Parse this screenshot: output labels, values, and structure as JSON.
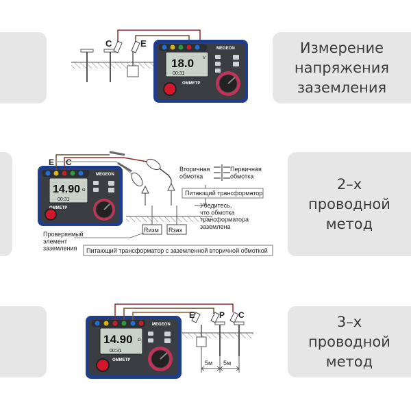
{
  "colors": {
    "panel": "#e6e6e6",
    "label_text": "#3c3c3c",
    "meter_body": "#1f3d8a",
    "meter_face": "#3a3d42",
    "lcd": "#c9d2c8",
    "wire_red": "#a0292b",
    "wire_dark": "#7a3a2a",
    "knob_red": "#d4162b"
  },
  "sections": [
    {
      "title": "Измерение\nнапряжения\nзаземления",
      "probe_labels": [
        "C",
        "E"
      ],
      "meter": {
        "brand": "MEGEON",
        "display_main": "18.0",
        "display_unit": "V",
        "display_sub": "00:31",
        "model": "ОММЕТР"
      }
    },
    {
      "title": "2–х\nпроводной\nметод",
      "probe_labels": [
        "E",
        "C"
      ],
      "meter": {
        "brand": "MEGEON",
        "display_main": "14.90",
        "display_unit": "Ω",
        "display_sub": "00:31",
        "model": "ОММЕТР"
      },
      "annotations": {
        "secondary": "Вторичная\nобмотка",
        "primary": "Первичная\nобмотка",
        "supply": "Питающий трансформатор",
        "check": "Убедитесь,\nчто обмотка\nтрансформатора\nзаземлена",
        "tested": "Проверяемый\nэлемент\nзаземления",
        "r_meas": "Rизм",
        "r_ground": "Rзаз",
        "bottom": "Питающий трансформатор с заземленной вторичной обмоткой"
      }
    },
    {
      "title": "3–х\nпроводной\nметод",
      "probe_labels": [
        "E",
        "P",
        "C"
      ],
      "meter": {
        "brand": "MEGEON",
        "display_main": "14.90",
        "display_unit": "Ω",
        "display_sub": "00:31",
        "model": "ОММЕТР"
      },
      "distances": [
        "5м",
        "5м"
      ]
    }
  ]
}
